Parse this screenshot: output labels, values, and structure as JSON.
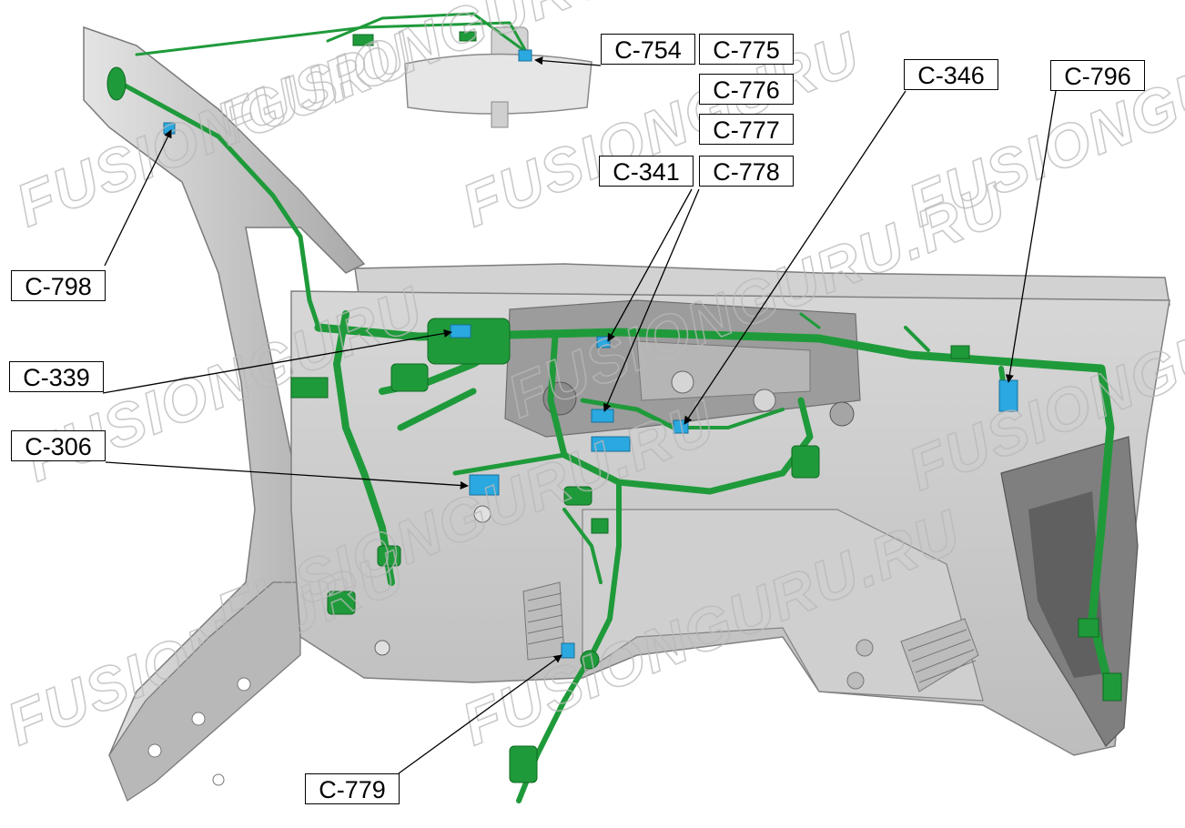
{
  "colors": {
    "harness": "#1f9a3a",
    "harness_dark": "#0f6a22",
    "connector": "#2aa8e0",
    "body_panel": "#c9c9c9",
    "body_shadow": "#8e8e8e",
    "line": "#000000"
  },
  "watermarks": [
    {
      "text": "FUSIONGURU.RU"
    },
    {
      "text": "FUSIONGURU"
    },
    {
      "text": "FUSIONGURU"
    },
    {
      "text": "FUSIONGURU"
    },
    {
      "text": "FUSIONGURU.RU"
    },
    {
      "text": "FUSIONGURU"
    },
    {
      "text": "FUSIONGURU.RU"
    },
    {
      "text": "FUSIONGURU"
    },
    {
      "text": "FUSIONGURU"
    },
    {
      "text": "FUSIONGURU.RU"
    }
  ],
  "callouts": [
    {
      "id": "c754",
      "label": "C-754"
    },
    {
      "id": "c775",
      "label": "C-775"
    },
    {
      "id": "c776",
      "label": "C-776"
    },
    {
      "id": "c777",
      "label": "C-777"
    },
    {
      "id": "c341",
      "label": "C-341"
    },
    {
      "id": "c778",
      "label": "C-778"
    },
    {
      "id": "c346",
      "label": "C-346"
    },
    {
      "id": "c796",
      "label": "C-796"
    },
    {
      "id": "c798",
      "label": "C-798"
    },
    {
      "id": "c339",
      "label": "C-339"
    },
    {
      "id": "c306",
      "label": "C-306"
    },
    {
      "id": "c779",
      "label": "C-779"
    }
  ]
}
